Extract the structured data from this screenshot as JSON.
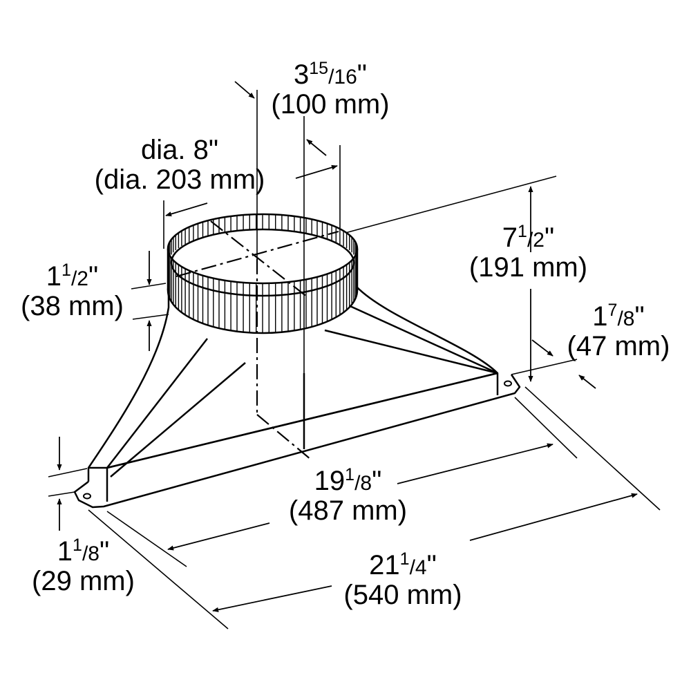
{
  "dimensions": {
    "collar_offset": {
      "whole": "3",
      "num": "15",
      "den": "16",
      "unit": "\"",
      "metric": "(100 mm)"
    },
    "collar_diameter": {
      "imperial": "dia. 8\"",
      "metric": "(dia. 203 mm)"
    },
    "collar_height": {
      "whole": "1",
      "num": "1",
      "den": "2",
      "unit": "\"",
      "metric": "(38 mm)"
    },
    "overall_height": {
      "whole": "7",
      "num": "1",
      "den": "2",
      "unit": "\"",
      "metric": "(191 mm)"
    },
    "flange_width": {
      "whole": "1",
      "num": "7",
      "den": "8",
      "unit": "\"",
      "metric": "(47 mm)"
    },
    "inner_length": {
      "whole": "19",
      "num": "1",
      "den": "8",
      "unit": "\"",
      "metric": "(487 mm)"
    },
    "flange_height": {
      "whole": "1",
      "num": "1",
      "den": "8",
      "unit": "\"",
      "metric": "(29 mm)"
    },
    "overall_length": {
      "whole": "21",
      "num": "1",
      "den": "4",
      "unit": "\"",
      "metric": "(540 mm)"
    }
  }
}
